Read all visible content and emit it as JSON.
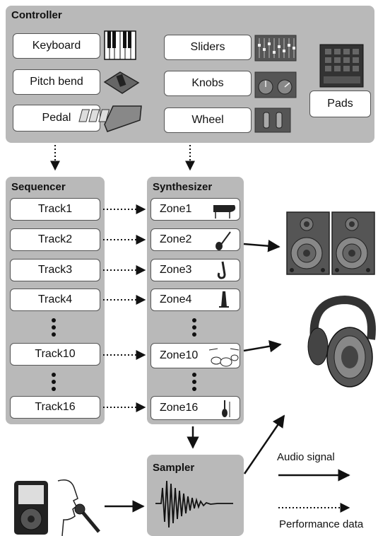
{
  "controller": {
    "title": "Controller",
    "items": {
      "keyboard": "Keyboard",
      "pitch_bend": "Pitch bend",
      "pedal": "Pedal",
      "sliders": "Sliders",
      "knobs": "Knobs",
      "wheel": "Wheel",
      "pads": "Pads"
    }
  },
  "sequencer": {
    "title": "Sequencer",
    "tracks": [
      "Track1",
      "Track2",
      "Track3",
      "Track4",
      "Track10",
      "Track16"
    ]
  },
  "synthesizer": {
    "title": "Synthesizer",
    "zones": [
      "Zone1",
      "Zone2",
      "Zone3",
      "Zone4",
      "Zone10",
      "Zone16"
    ]
  },
  "sampler": {
    "title": "Sampler"
  },
  "legend": {
    "audio_signal": "Audio signal",
    "performance_data": "Performance data"
  },
  "icons": [
    "keyboard-icon",
    "pitch-bend-icon",
    "pedal-icon",
    "sliders-icon",
    "knobs-icon",
    "wheel-icon",
    "pads-icon",
    "piano-icon",
    "guitar-icon",
    "saxophone-icon",
    "bell-icon",
    "drums-icon",
    "violin-icon",
    "speaker-icon",
    "headphones-icon",
    "music-player-icon",
    "singer-icon",
    "microphone-icon",
    "waveform-icon"
  ],
  "colors": {
    "panel": "#b9b9b9",
    "box_border": "#555555"
  }
}
